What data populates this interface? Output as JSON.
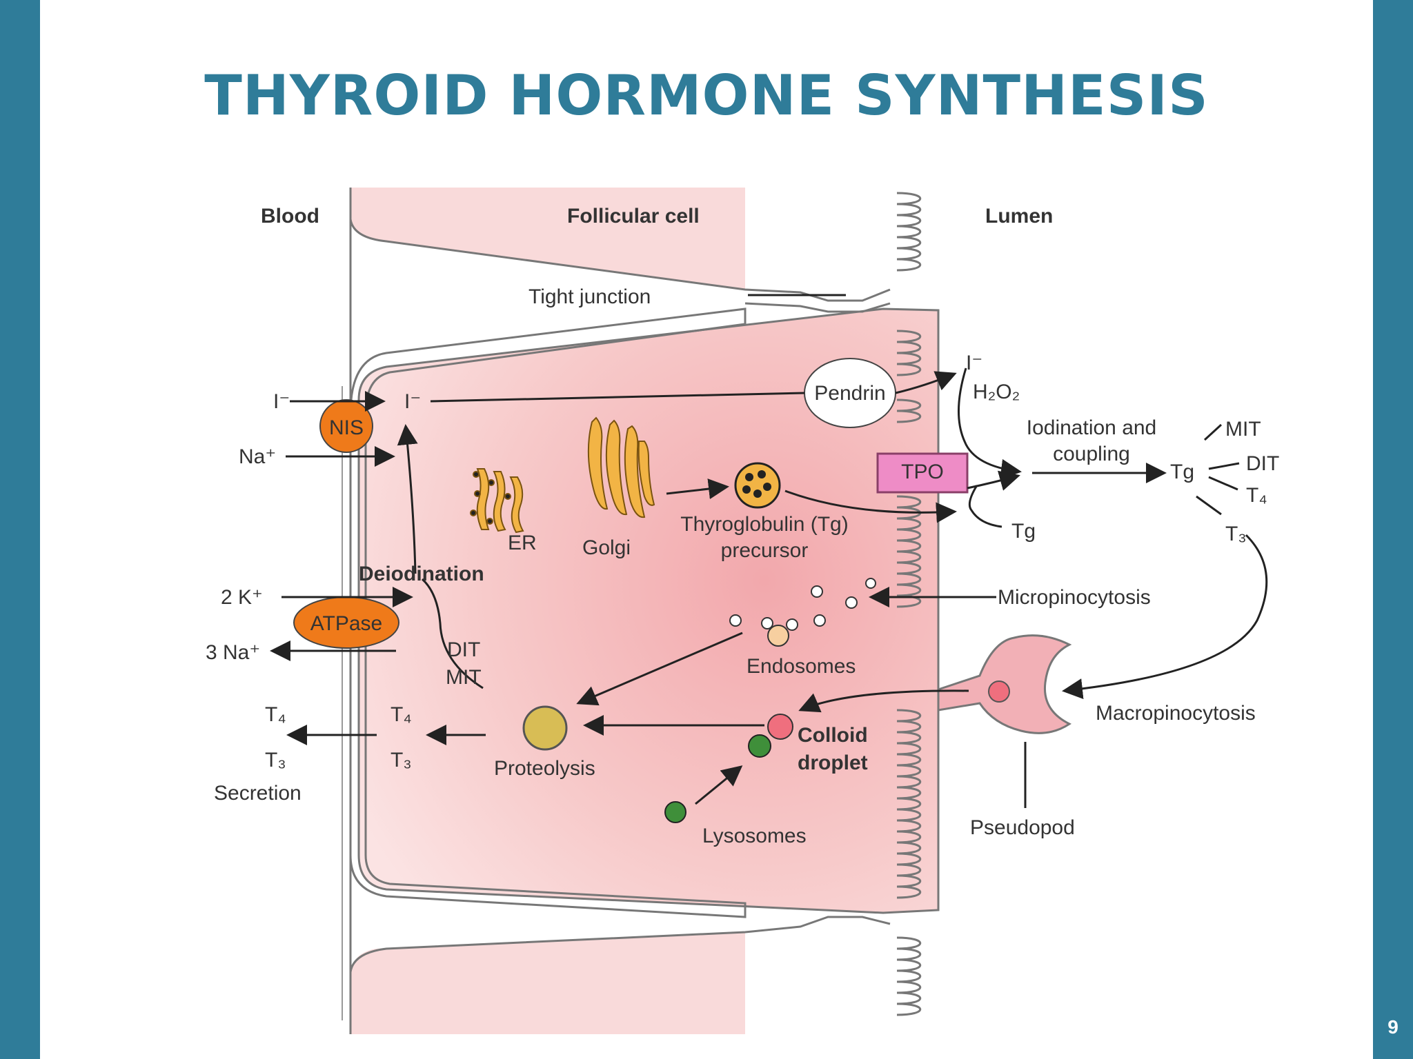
{
  "slide": {
    "title": "THYROID HORMONE SYNTHESIS",
    "page_number": "9"
  },
  "regions": {
    "blood": "Blood",
    "follicular_cell": "Follicular cell",
    "lumen": "Lumen"
  },
  "labels": {
    "tight_junction": "Tight junction",
    "iodide_blood": "I⁻",
    "iodide_cell": "I⁻",
    "iodide_lumen": "I⁻",
    "h2o2": "H₂O₂",
    "sodium": "Na⁺",
    "nis": "NIS",
    "pendrin": "Pendrin",
    "tpo": "TPO",
    "iodination_line1": "Iodination and",
    "iodination_line2": "coupling",
    "tg_main": "Tg",
    "tg_lower": "Tg",
    "mit": "MIT",
    "dit": "DIT",
    "t4_lumen": "T₄",
    "t3_lumen": "T₃",
    "er": "ER",
    "golgi": "Golgi",
    "thyroglobulin_line1": "Thyroglobulin (Tg)",
    "thyroglobulin_line2": "precursor",
    "deiodination": "Deiodination",
    "potassium": "2 K⁺",
    "atpase": "ATPase",
    "sodium_out": "3 Na⁺",
    "dit_cell": "DIT",
    "mit_cell": "MIT",
    "micropinocytosis": "Micropinocytosis",
    "endosomes": "Endosomes",
    "macropinocytosis": "Macropinocytosis",
    "colloid_line1": "Colloid",
    "colloid_line2": "droplet",
    "proteolysis": "Proteolysis",
    "lysosomes": "Lysosomes",
    "pseudopod": "Pseudopod",
    "t4_cell": "T₄",
    "t3_cell": "T₃",
    "t4_blood": "T₄",
    "t3_blood": "T₃",
    "secretion": "Secretion"
  },
  "colors": {
    "accent": "#2f7c99",
    "cell_fill": "#f6cccc",
    "transporter_orange": "#ef7a1a",
    "tpo_pink": "#ee8cc6",
    "organelle_orange": "#f2b445",
    "colloid_red": "#ef6f7e",
    "lysosome_green": "#3f8f3a",
    "proteolysis_yellow": "#d8bd55"
  }
}
